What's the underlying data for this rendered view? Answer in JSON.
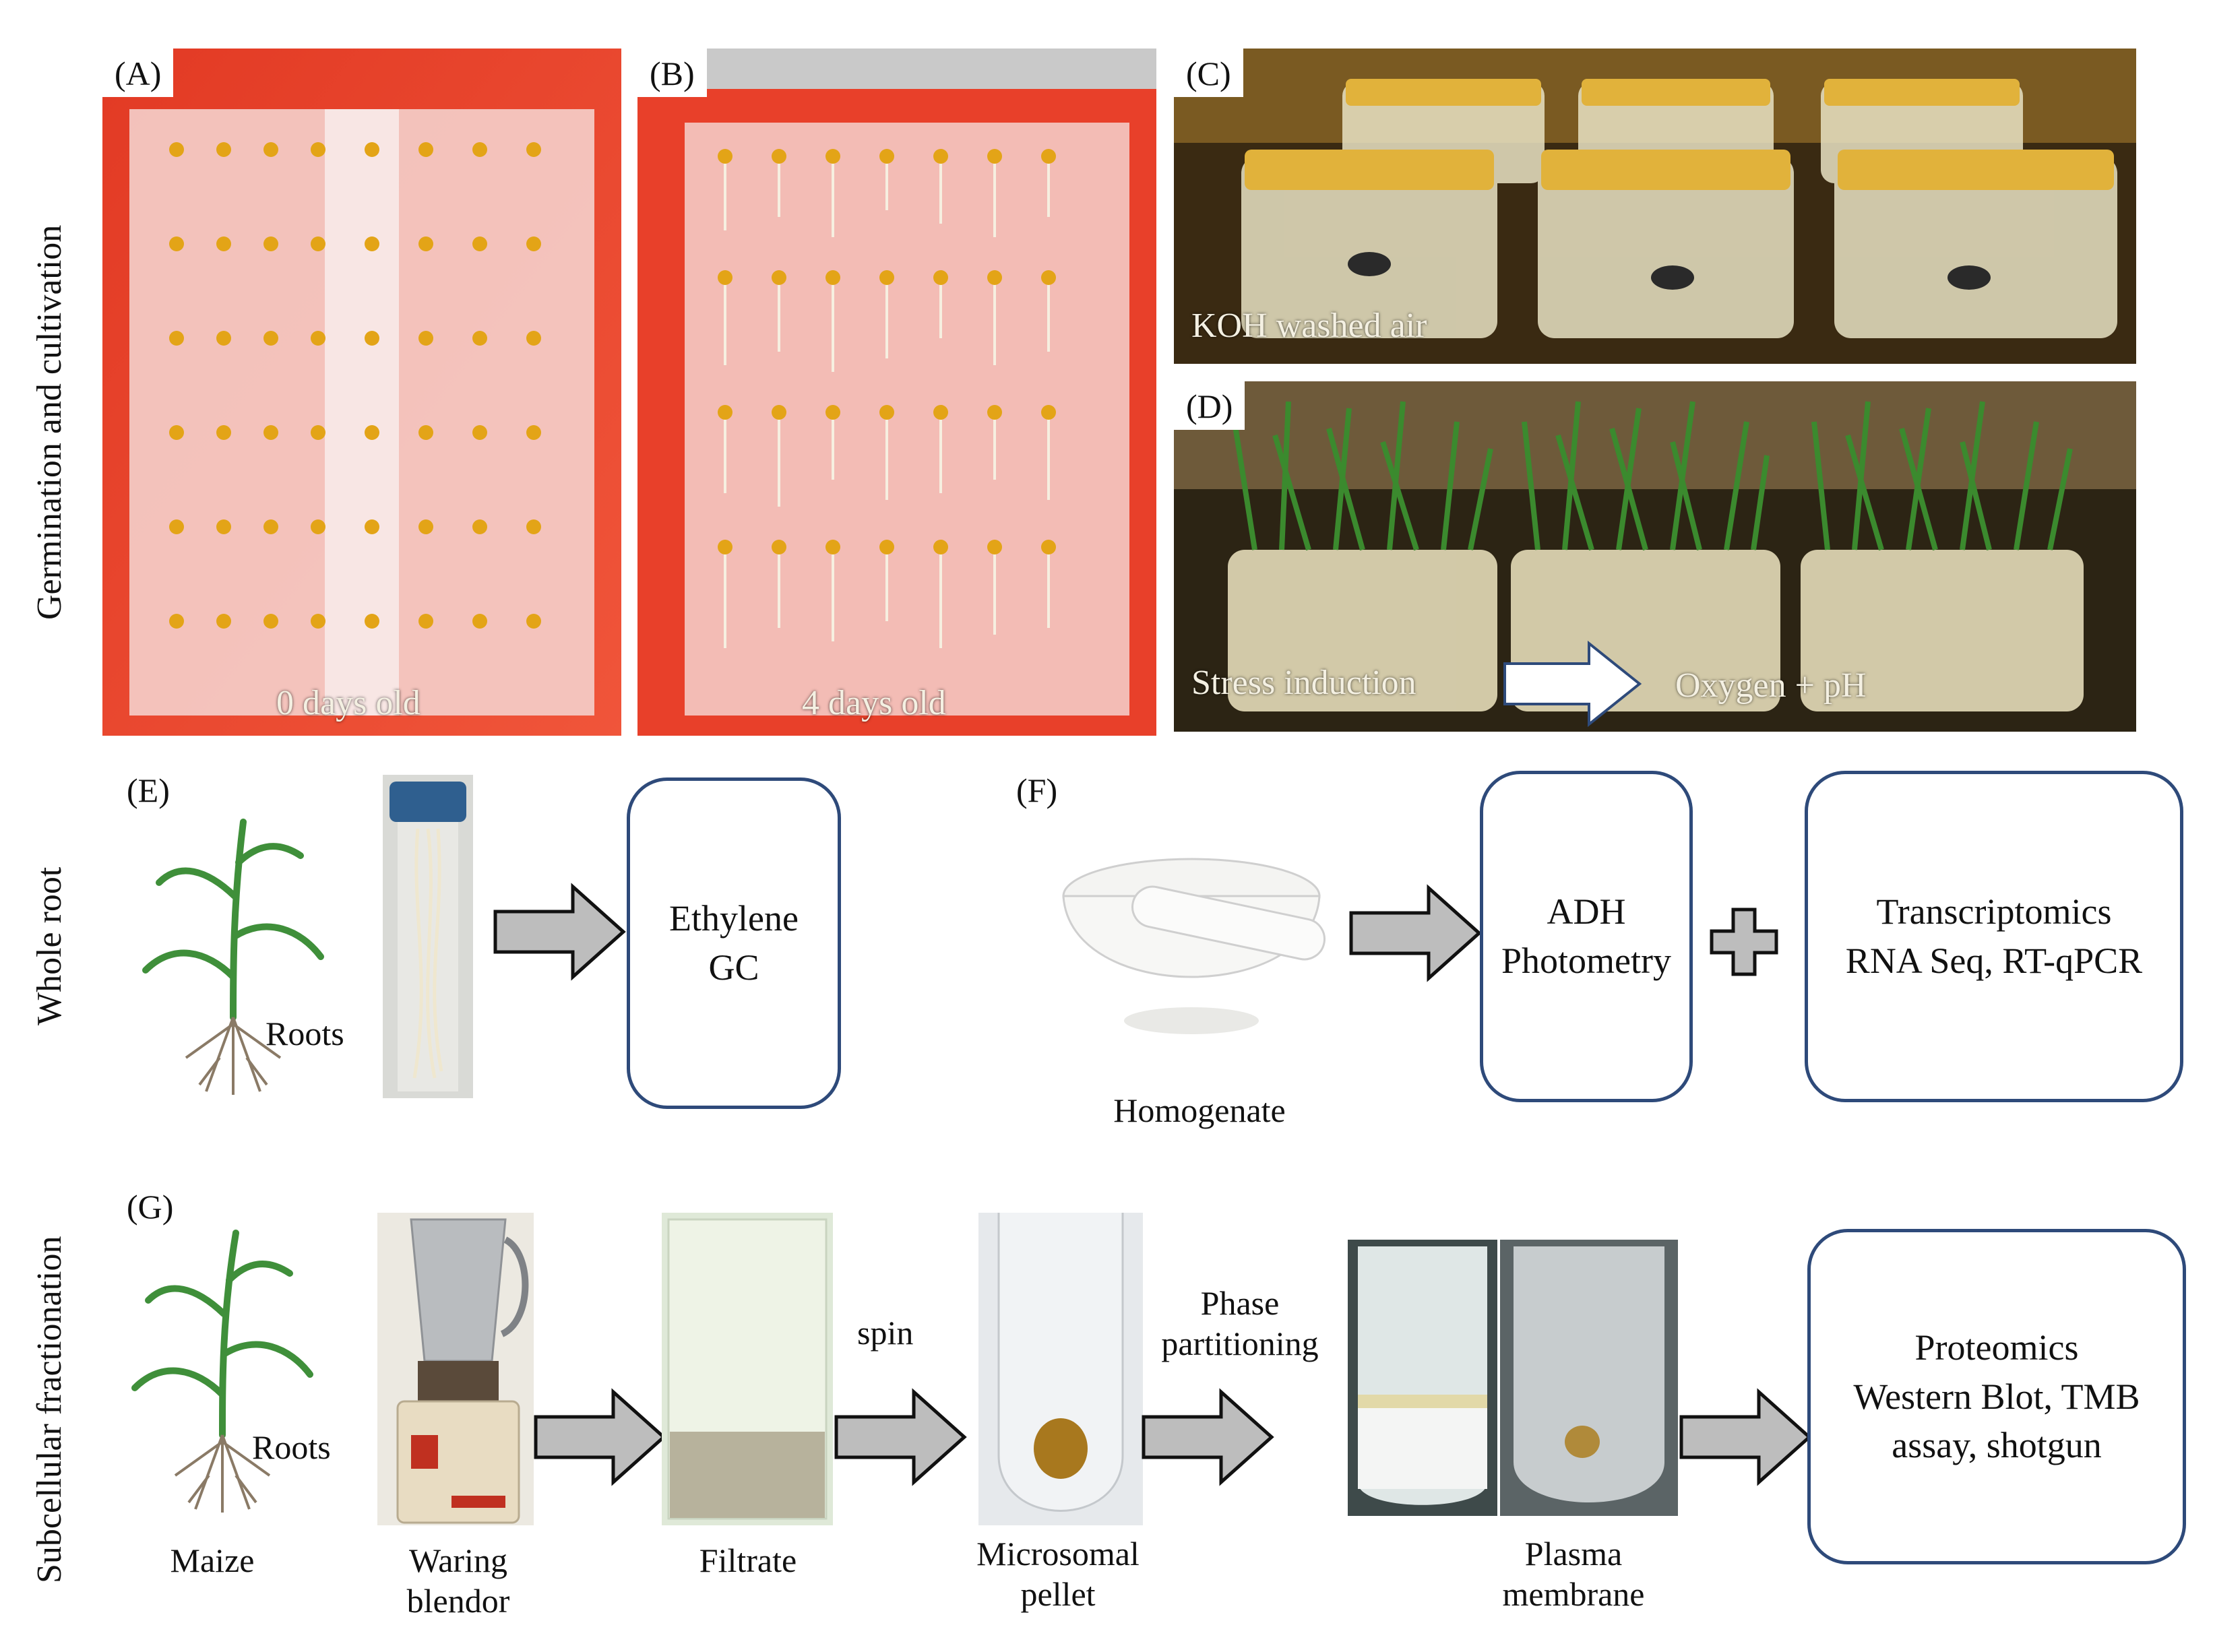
{
  "side_labels": {
    "top": "Germination and cultivation",
    "middle": "Whole root",
    "bottom": "Subcellular fractionation"
  },
  "panels": {
    "A": {
      "letter": "(A)",
      "caption": "0 days old"
    },
    "B": {
      "letter": "(B)",
      "caption": "4 days old"
    },
    "C": {
      "letter": "(C)",
      "caption": "KOH washed air"
    },
    "D": {
      "letter": "(D)",
      "caption_left": "Stress induction",
      "caption_right": "Oxygen + pH"
    },
    "E": {
      "letter": "(E)",
      "roots_label": "Roots",
      "box_lines": [
        "Ethylene",
        "GC"
      ]
    },
    "F": {
      "letter": "(F)",
      "homogenate_label": "Homogenate",
      "box1_lines": [
        "ADH",
        "Photometry"
      ],
      "box2_lines": [
        "Transcriptomics",
        "RNA Seq, RT-qPCR"
      ]
    },
    "G": {
      "letter": "(G)",
      "roots_label": "Roots",
      "maize_label": "Maize",
      "waring_lines": [
        "Waring",
        "blendor"
      ],
      "filtrate_label": "Filtrate",
      "spin_label": "spin",
      "microsomal_lines": [
        "Microsomal",
        "pellet"
      ],
      "phase_lines": [
        "Phase",
        "partitioning"
      ],
      "plasma_lines": [
        "Plasma",
        "membrane"
      ],
      "box_lines": [
        "Proteomics",
        "Western Blot, TMB",
        "assay, shotgun"
      ]
    }
  },
  "colors": {
    "tray_red": "#e8402a",
    "box_border": "#2e4a7a",
    "arrow_fill": "#bdbdbd",
    "plant_green": "#3f8f3a"
  }
}
